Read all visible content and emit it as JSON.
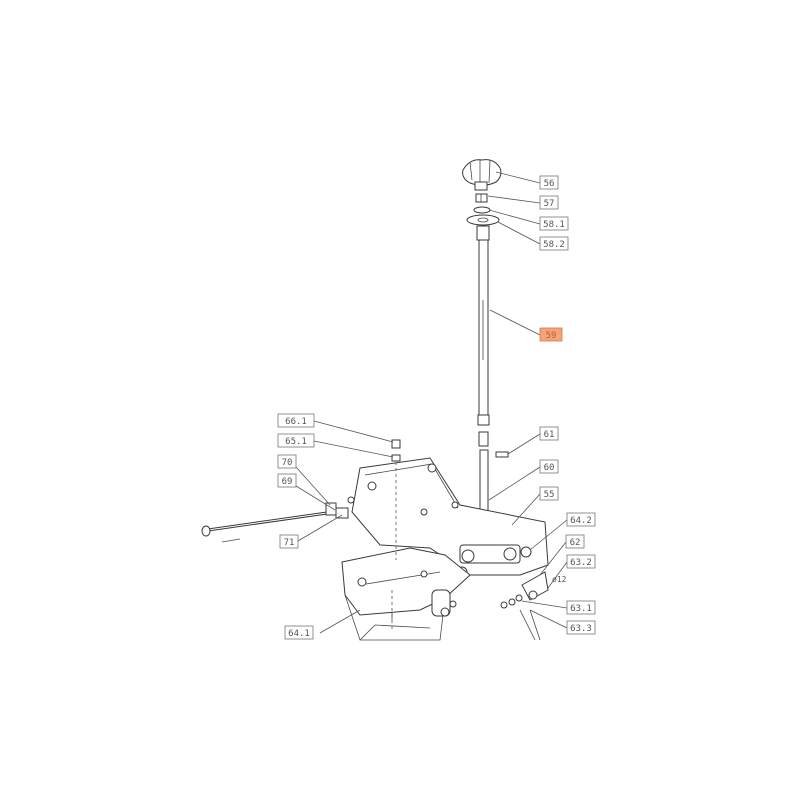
{
  "diagram": {
    "highlight_color": "#f4a37a",
    "callouts": [
      {
        "id": "56",
        "label": "56"
      },
      {
        "id": "57",
        "label": "57"
      },
      {
        "id": "58-1",
        "label": "58.1"
      },
      {
        "id": "58-2",
        "label": "58.2"
      },
      {
        "id": "59",
        "label": "59",
        "highlighted": true
      },
      {
        "id": "61",
        "label": "61"
      },
      {
        "id": "60",
        "label": "60"
      },
      {
        "id": "55",
        "label": "55"
      },
      {
        "id": "64-2",
        "label": "64.2"
      },
      {
        "id": "62",
        "label": "62"
      },
      {
        "id": "63-2",
        "label": "63.2"
      },
      {
        "id": "63-1",
        "label": "63.1"
      },
      {
        "id": "63-3",
        "label": "63.3"
      },
      {
        "id": "64-1",
        "label": "64.1"
      },
      {
        "id": "66-1",
        "label": "66.1"
      },
      {
        "id": "65-1",
        "label": "65.1"
      },
      {
        "id": "70",
        "label": "70"
      },
      {
        "id": "69",
        "label": "69"
      },
      {
        "id": "71",
        "label": "71"
      }
    ],
    "inline_text": "ø12"
  }
}
